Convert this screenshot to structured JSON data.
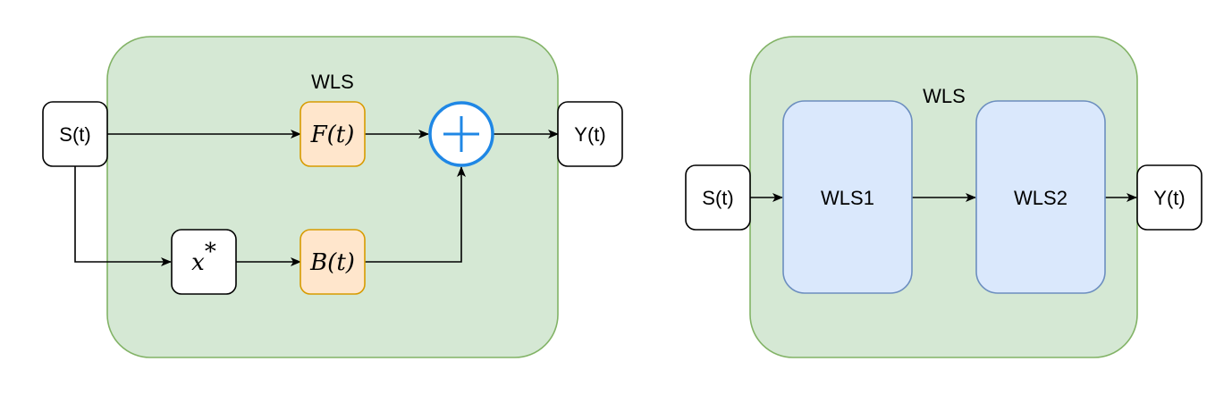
{
  "left": {
    "group_label": "WLS",
    "input_label": "S(t)",
    "output_label": "Y(t)",
    "forward_block": {
      "func": "F",
      "arg": "(t)"
    },
    "backward_block": {
      "func": "B",
      "arg": "(t)"
    },
    "conj_block": {
      "var": "x",
      "sup": "*"
    },
    "sum_symbol": "+"
  },
  "right": {
    "group_label": "WLS",
    "input_label": "S(t)",
    "output_label": "Y(t)",
    "stage1_label": "WLS1",
    "stage2_label": "WLS2"
  },
  "colors": {
    "group_fill": "#d5e8d4",
    "group_stroke": "#82b366",
    "orange_fill": "#ffe6cc",
    "orange_stroke": "#d79b00",
    "blue_fill": "#dae8fc",
    "blue_stroke": "#6c8ebf",
    "sum_stroke": "#1f87e5"
  }
}
